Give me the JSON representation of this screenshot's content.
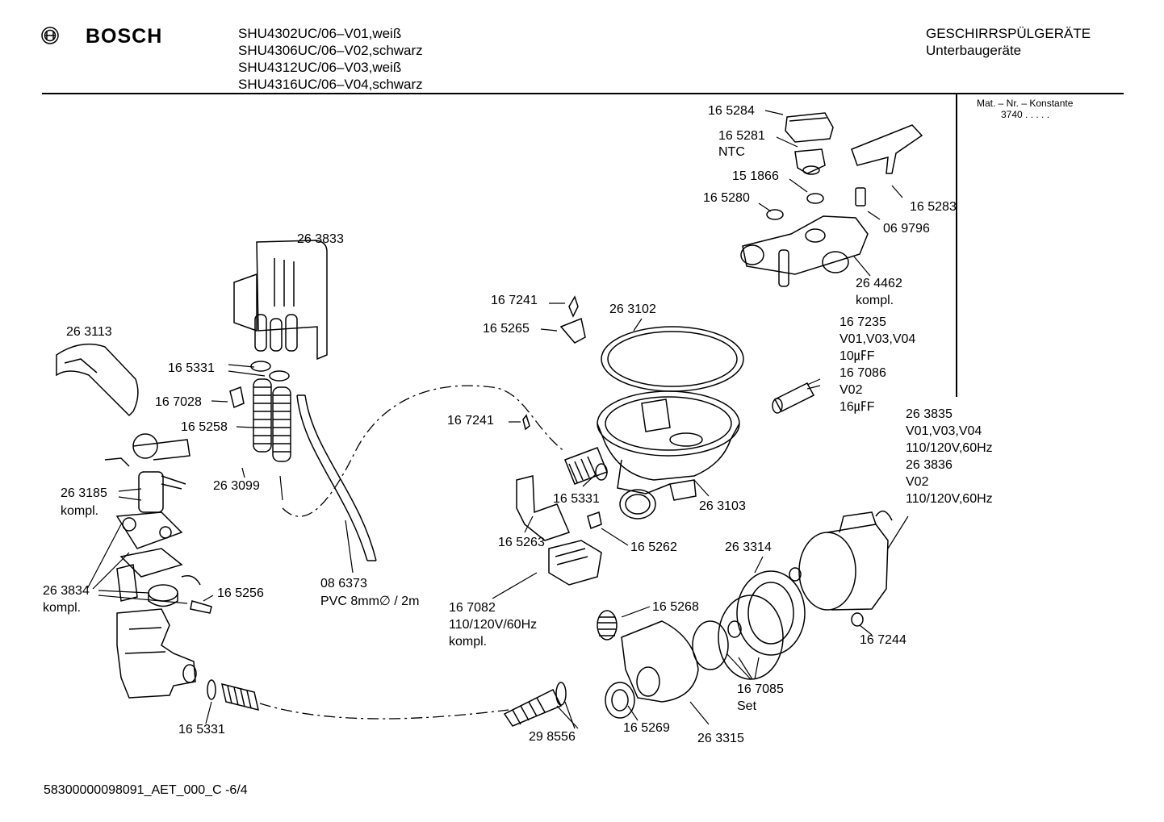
{
  "header": {
    "brand": "BOSCH",
    "models": [
      "SHU4302UC/06–V01,weiß",
      "SHU4306UC/06–V02,schwarz",
      "SHU4312UC/06–V03,weiß",
      "SHU4316UC/06–V04,schwarz"
    ],
    "category": "GESCHIRRSPÜLGERÄTE",
    "subcategory": "Unterbaugeräte"
  },
  "sidebar": {
    "mat_label": "Mat. – Nr. – Konstante",
    "mat_value": "3740  .  .  .  .  ."
  },
  "parts": [
    {
      "id": "p1",
      "text": "16 5284"
    },
    {
      "id": "p2",
      "text": "16 5281"
    },
    {
      "id": "p3",
      "text": "NTC"
    },
    {
      "id": "p4",
      "text": "15 1866"
    },
    {
      "id": "p5",
      "text": "16 5280"
    },
    {
      "id": "p6",
      "text": "16 5283"
    },
    {
      "id": "p7",
      "text": "06 9796"
    },
    {
      "id": "p8",
      "text": "26 4462"
    },
    {
      "id": "p9",
      "text": "kompl."
    },
    {
      "id": "p10",
      "text": "26 3833"
    },
    {
      "id": "p11",
      "text": "26 3113"
    },
    {
      "id": "p12",
      "text": "16 5331"
    },
    {
      "id": "p13",
      "text": "16 7028"
    },
    {
      "id": "p14",
      "text": "16 5258"
    },
    {
      "id": "p15",
      "text": "26 3099"
    },
    {
      "id": "p16",
      "text": "26 3185"
    },
    {
      "id": "p17",
      "text": "kompl."
    },
    {
      "id": "p18",
      "text": "26 3834"
    },
    {
      "id": "p19",
      "text": "kompl."
    },
    {
      "id": "p20",
      "text": "16 5256"
    },
    {
      "id": "p21",
      "text": "08 6373"
    },
    {
      "id": "p22",
      "text": "PVC 8mm∅ / 2m"
    },
    {
      "id": "p23",
      "text": "16 7241"
    },
    {
      "id": "p24",
      "text": "16 5265"
    },
    {
      "id": "p25",
      "text": "26 3102"
    },
    {
      "id": "p26",
      "text": "16 7241"
    },
    {
      "id": "p27",
      "text": "16 5331"
    },
    {
      "id": "p28",
      "text": "26 3103"
    },
    {
      "id": "p29",
      "text": "16 5263"
    },
    {
      "id": "p30",
      "text": "16 5262"
    },
    {
      "id": "p31",
      "text": "16 7082"
    },
    {
      "id": "p32",
      "text": "110/120V/60Hz"
    },
    {
      "id": "p33",
      "text": "kompl."
    },
    {
      "id": "p34",
      "text": "16 5268"
    },
    {
      "id": "p35",
      "text": "26 3314"
    },
    {
      "id": "p36",
      "text": "16 7244"
    },
    {
      "id": "p37",
      "text": "16 7085"
    },
    {
      "id": "p38",
      "text": "Set"
    },
    {
      "id": "p39",
      "text": "16 5269"
    },
    {
      "id": "p40",
      "text": "26 3315"
    },
    {
      "id": "p41",
      "text": "29 8556"
    },
    {
      "id": "p42",
      "text": "16 5331"
    },
    {
      "id": "p43",
      "text": "16 7235"
    },
    {
      "id": "p44",
      "text": "V01,V03,V04"
    },
    {
      "id": "p45",
      "text": "10㎌F"
    },
    {
      "id": "p46",
      "text": "16 7086"
    },
    {
      "id": "p47",
      "text": "V02"
    },
    {
      "id": "p48",
      "text": "16㎌F"
    },
    {
      "id": "p49",
      "text": "26 3835"
    },
    {
      "id": "p50",
      "text": "V01,V03,V04"
    },
    {
      "id": "p51",
      "text": "110/120V,60Hz"
    },
    {
      "id": "p52",
      "text": "26 3836"
    },
    {
      "id": "p53",
      "text": "V02"
    },
    {
      "id": "p54",
      "text": "110/120V,60Hz"
    }
  ],
  "footer": {
    "doc_code": "58300000098091_AET_000_C  -6/4"
  }
}
